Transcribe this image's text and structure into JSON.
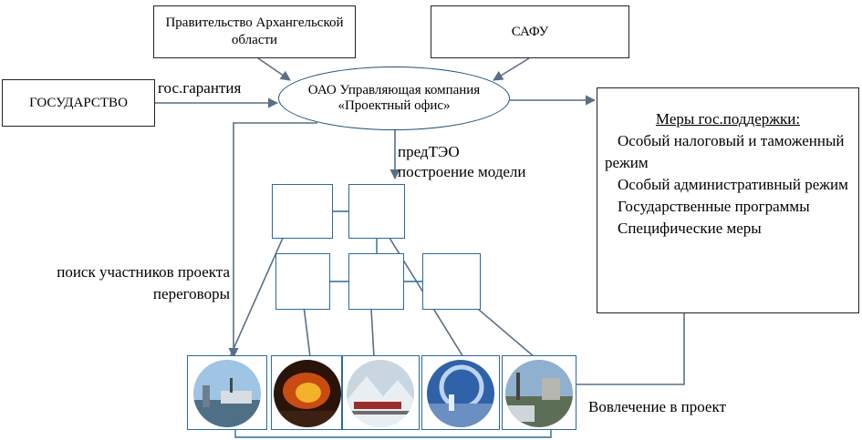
{
  "nodes": {
    "gov_region": "Правительство Архангельской области",
    "safu": "САФУ",
    "state": "ГОСУДАРСТВО",
    "company": "ОАО Управляющая компания «Проектный офис»"
  },
  "labels": {
    "guarantee": "гос.гарантия",
    "feasibility": "предТЭО",
    "model": "построение модели",
    "search": "поиск участников проекта",
    "negotiations": "переговоры",
    "involvement": "Вовлечение в проект"
  },
  "measures": {
    "title": "Меры гос.поддержки:",
    "bullet_glyph": "",
    "items": [
      "Особый налоговый и таможенный режим",
      "Особый административный режим",
      "Государственные программы",
      "Специфические меры"
    ]
  },
  "colors": {
    "arrow": "#5a6f86",
    "link": "#2a6b9c",
    "ellipse_border": "#1c4f7c"
  }
}
